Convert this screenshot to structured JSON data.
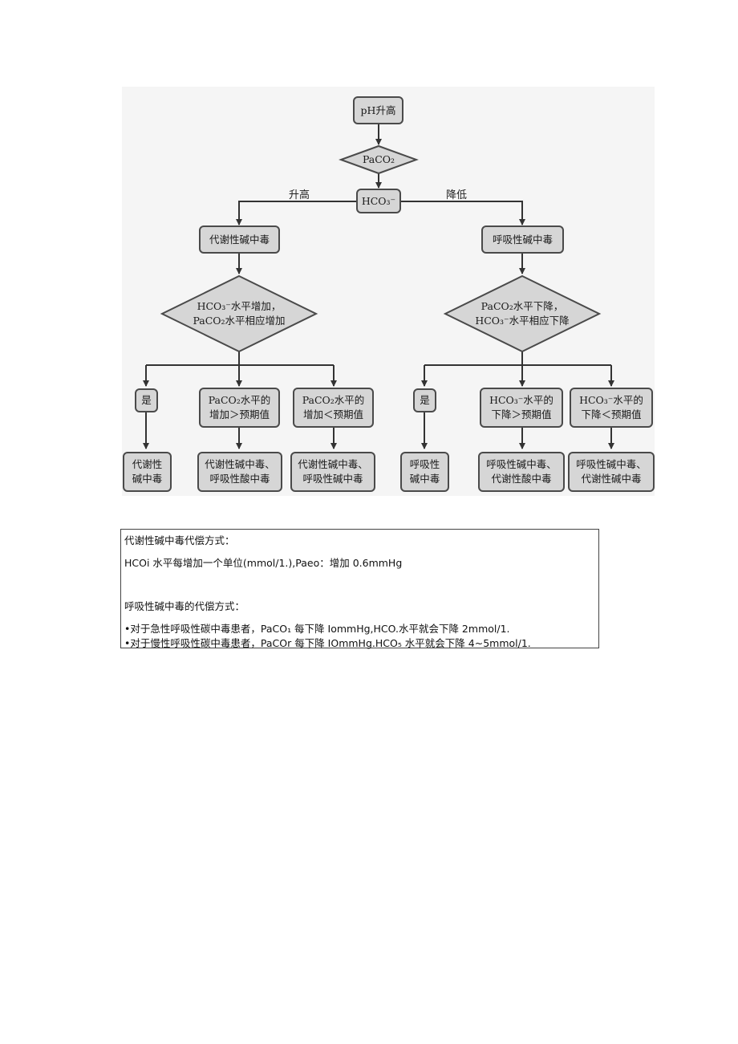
{
  "flowchart": {
    "start": "pH升高",
    "decision_paco2": "PaCO₂",
    "decision_hco3": "HCO₃⁻",
    "branch_left": "升高",
    "branch_right": "降低",
    "left": {
      "type": "代谢性碱中毒",
      "condition": "HCO₃⁻水平增加，\nPaCO₂水平相应增加",
      "outcomes": [
        {
          "box": "是",
          "result": "代谢性\n碱中毒"
        },
        {
          "box": "PaCO₂水平的\n增加＞预期值",
          "result": "代谢性碱中毒、\n呼吸性酸中毒"
        },
        {
          "box": "PaCO₂水平的\n增加＜预期值",
          "result": "代谢性碱中毒、\n呼吸性碱中毒"
        }
      ]
    },
    "right": {
      "type": "呼吸性碱中毒",
      "condition": "PaCO₂水平下降，\nHCO₃⁻水平相应下降",
      "outcomes": [
        {
          "box": "是",
          "result": "呼吸性\n碱中毒"
        },
        {
          "box": "HCO₃⁻水平的\n下降＞预期值",
          "result": "呼吸性碱中毒、\n代谢性酸中毒"
        },
        {
          "box": "HCO₃⁻水平的\n下降＜预期值",
          "result": "呼吸性碱中毒、\n代谢性碱中毒"
        }
      ]
    }
  },
  "notes": {
    "line1": "代谢性碱中毒代偿方式：",
    "line2": "HCOi 水平每增加一个单位(mmol/1.),Paeo：增加 0.6mmHg",
    "line3": "呼吸性碱中毒的代偿方式：",
    "line4": "•对于急性呼吸性碳中毒患者，PaCO₁ 每下降 IommHg,HCO.水平就会下降 2mmol/1.",
    "line5": "•对于慢性呼吸性碳中毒患者，PaCOr 每下降 IOmmHg.HCO₅ 水平就会下降 4~5mmol/1."
  }
}
